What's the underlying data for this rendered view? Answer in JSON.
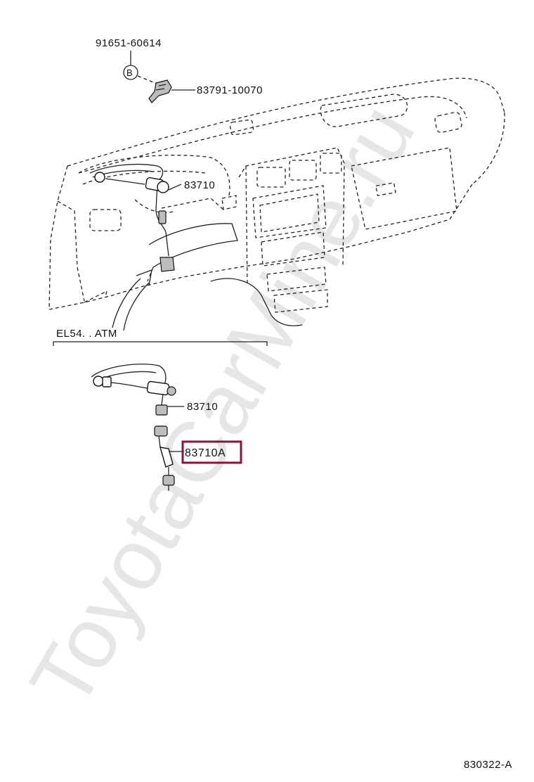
{
  "watermark": "ToyotaCarMine.ru",
  "callouts": {
    "bolt_part": "91651-60614",
    "bolt_ref": "B",
    "clamp_part": "83791-10070",
    "cable_top": "83710",
    "cable_atm": "83710",
    "cable_atm_lower": "83710A"
  },
  "variant_label": "EL54. . ATM",
  "figure_code": "830322-A",
  "highlight_color": "#8a1538"
}
